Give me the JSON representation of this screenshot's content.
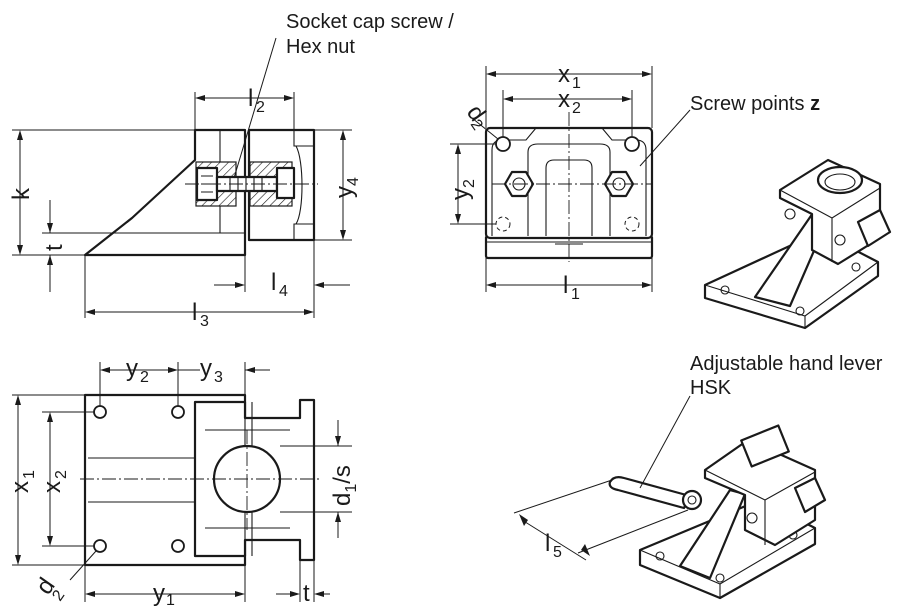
{
  "labels": {
    "socket_screw_line1": "Socket cap screw /",
    "socket_screw_line2": "Hex nut",
    "screw_points_text": "Screw points ",
    "screw_points_var": "z",
    "hand_lever_line1": "Adjustable hand lever",
    "hand_lever_line2": "HSK"
  },
  "dimensions": {
    "l": "l",
    "x": "x",
    "y": "y",
    "d": "d",
    "d1s_main": "d",
    "d1s_tail": "/s",
    "k": "k",
    "t": "t",
    "sub1": "1",
    "sub2": "2",
    "sub3": "3",
    "sub4": "4",
    "sub5": "5"
  }
}
